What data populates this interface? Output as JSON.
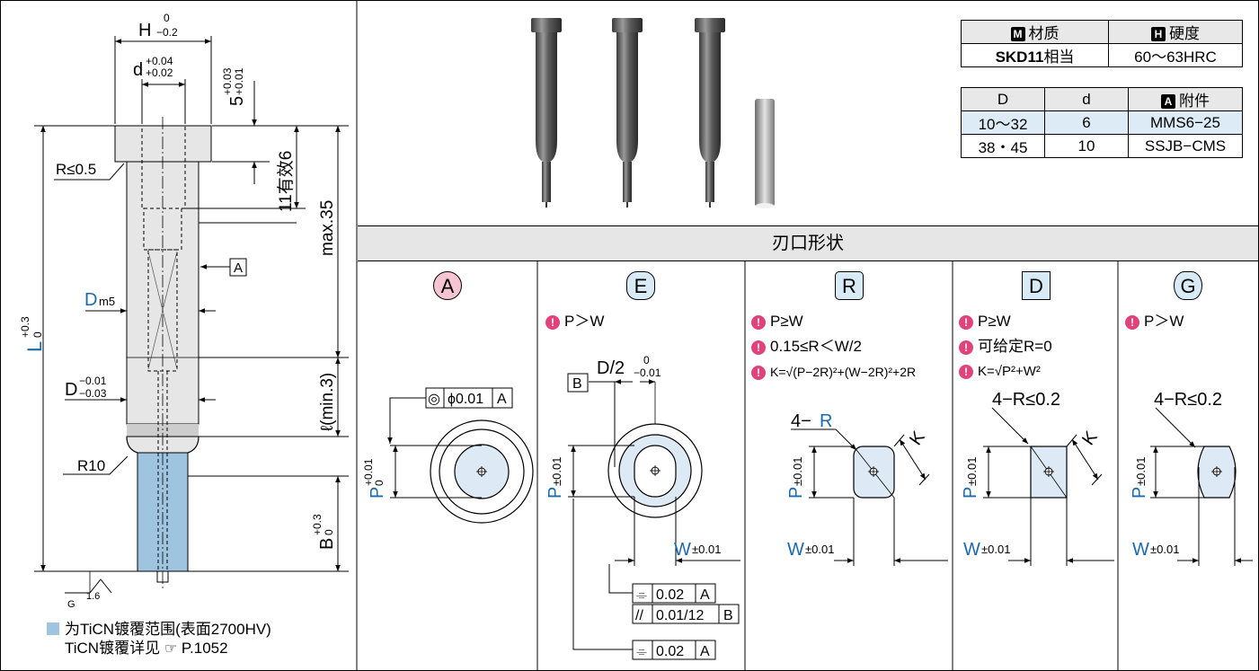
{
  "left_drawing": {
    "dim_H": "H",
    "tol_H_upper": "0",
    "tol_H_lower": "−0.2",
    "dim_d": "d",
    "tol_d_upper": "+0.04",
    "tol_d_lower": "+0.02",
    "dim_5": "5",
    "tol_5_upper": "+0.03",
    "tol_5_lower": "+0.01",
    "label_eff": "11有效6",
    "label_max": "max.35",
    "label_r05": "R≤0.5",
    "label_A": "A",
    "label_Dm5": "D",
    "label_m5": "m5",
    "label_L": "L",
    "tol_L_upper": "+0.3",
    "tol_L_lower": "0",
    "label_D": "D",
    "tol_D_upper": "−0.01",
    "tol_D_lower": "−0.03",
    "label_l": "ℓ(min.3)",
    "label_R10": "R10",
    "label_B": "B",
    "tol_B_upper": "+0.3",
    "tol_B_lower": "0",
    "rough_value": "1.6",
    "rough_letter": "G"
  },
  "legend": {
    "line1": "为TiCN镀覆范围(表面2700HV)",
    "line2": "TiCN镀覆详见",
    "ref": "P.1052",
    "hand_icon": "pointing-hand-icon"
  },
  "material_table": {
    "h1_badge": "M",
    "h1": "材质",
    "h2_badge": "H",
    "h2": "硬度",
    "material_bold": "SKD11",
    "material_suffix": "相当",
    "hardness": "60～63HRC"
  },
  "accessory_table": {
    "headers": [
      "D",
      "d",
      "附件"
    ],
    "badge": "A",
    "rows": [
      [
        "10～32",
        "6",
        "MMS6−25"
      ],
      [
        "38・45",
        "10",
        "SSJB−CMS"
      ]
    ]
  },
  "section_title": "刃口形状",
  "shapes": {
    "A": {
      "letter": "A",
      "notes": [],
      "frame_sym": "◎",
      "frame_tol": "ϕ0.01",
      "frame_ref": "A",
      "dim_P": "P",
      "tol_P_upper": "+0.01",
      "tol_P_lower": "0"
    },
    "E": {
      "letter": "E",
      "notes": [
        "P＞W"
      ],
      "label_D2": "D/2",
      "tol_D2_upper": "0",
      "tol_D2_lower": "−0.01",
      "label_B": "B",
      "dim_P": "P",
      "tol_P": "±0.01",
      "dim_W": "W",
      "tol_W": "±0.01",
      "frame1_sym": "⌯",
      "frame1_tol": "0.02",
      "frame1_ref": "A",
      "frame2_sym": "//",
      "frame2_tol": "0.01/12",
      "frame2_ref": "B",
      "frame3_sym": "⌯",
      "frame3_tol": "0.02",
      "frame3_ref": "A"
    },
    "R": {
      "letter": "R",
      "notes": [
        "P≥W",
        "0.15≤R＜W/2",
        "K=√(P−2R)²+(W−2R)²+2R"
      ],
      "label_4R": "4−",
      "label_R": "R",
      "label_K": "K",
      "dim_P": "P",
      "tol_P": "±0.01",
      "dim_W": "W",
      "tol_W": "±0.01"
    },
    "D": {
      "letter": "D",
      "notes": [
        "P≥W",
        "可给定R=0",
        "K=√P²+W²"
      ],
      "label_4R": "4−R≤0.2",
      "label_K": "K",
      "dim_P": "P",
      "tol_P": "±0.01",
      "dim_W": "W",
      "tol_W": "±0.01"
    },
    "G": {
      "letter": "G",
      "notes": [
        "P＞W"
      ],
      "label_4R": "4−R≤0.2",
      "dim_P": "P",
      "tol_P": "±0.01",
      "dim_W": "W",
      "tol_W": "±0.01"
    }
  },
  "colors": {
    "blue_label": "#1a6ab0",
    "coating": "#9fc4df",
    "shape_fill": "#dde9f4",
    "pink_badge": "#f7c5d2",
    "blue_badge": "#d8eaf6",
    "alert_pin": "#e0427a"
  }
}
